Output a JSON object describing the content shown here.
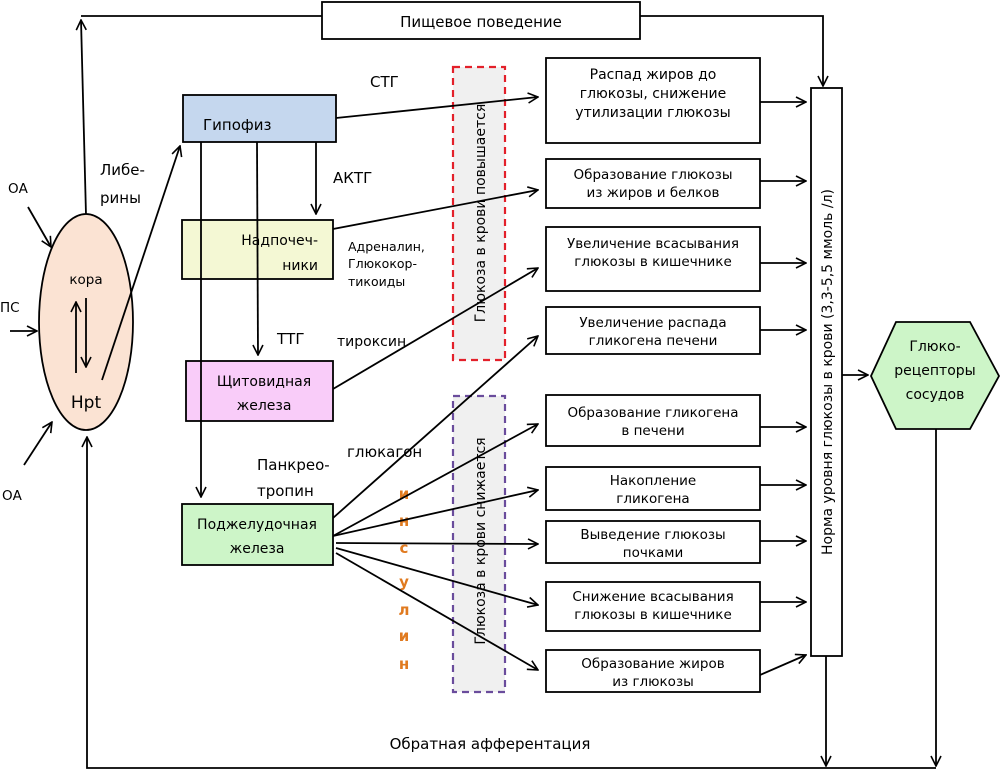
{
  "diagram": {
    "title": "Регуляция уровня глюкозы в крови",
    "top_box": "Пищевое поведение",
    "hypothalamus": {
      "cortex_label": "кора",
      "hpt_label": "Hpt",
      "inputs": [
        "ОА",
        "ПС",
        "ОА"
      ]
    },
    "liberins_label": [
      "Либе-",
      "рины"
    ],
    "glands": {
      "pituitary": {
        "label": "Гипофиз",
        "color": "#c5d7ee"
      },
      "adrenal": {
        "label": [
          "Надпочеч-",
          "ники"
        ],
        "color": "#f4f8d4"
      },
      "thyroid": {
        "label": [
          "Щитовидная",
          "железа"
        ],
        "color": "#f9ccf9"
      },
      "pancreas": {
        "label": [
          "Поджелудочная",
          "железа"
        ],
        "color": "#cdf5c8"
      }
    },
    "hormones": {
      "stg": "СТГ",
      "actg": "АКТГ",
      "ttg": "ТТГ",
      "adrenaline": [
        "Адреналин,",
        "Глюкокор-",
        "тикоиды"
      ],
      "thyroxine": "тироксин",
      "pancreotropin": [
        "Панкрео-",
        "тропин"
      ],
      "glucagon": "глюкагон",
      "insulin_letters": [
        "и",
        "н",
        "с",
        "у",
        "л",
        "и",
        "н"
      ],
      "insulin_color": "#e07a1f"
    },
    "zones": {
      "increase": {
        "label": "Глюкоза в крови повышается",
        "border_color": "#e3202a"
      },
      "decrease": {
        "label": "Глюкоза в крови снижается",
        "border_color": "#6a4c9c"
      }
    },
    "effects_increase": [
      [
        "Распад жиров до",
        "глюкозы, снижение",
        "утилизации глюкозы"
      ],
      [
        "Образование глюкозы",
        "из жиров и белков"
      ],
      [
        "Увеличение всасывания",
        "глюкозы в кишечнике"
      ],
      [
        "Увеличение распада",
        "гликогена печени"
      ]
    ],
    "effects_decrease": [
      [
        "Образование гликогена",
        "в печени"
      ],
      [
        "Накопление",
        "гликогена"
      ],
      [
        "Выведение глюкозы",
        "почками"
      ],
      [
        "Снижение всасывания",
        "глюкозы в кишечнике"
      ],
      [
        "Образование жиров",
        "из глюкозы"
      ]
    ],
    "norm_bar": "Норма уровня глюкозы в крови (3,3-5,5 ммоль /л)",
    "receptors": {
      "label": [
        "Глюко-",
        "рецепторы",
        "сосудов"
      ],
      "color": "#cdf5c8"
    },
    "feedback_label": "Обратная афферентация"
  }
}
